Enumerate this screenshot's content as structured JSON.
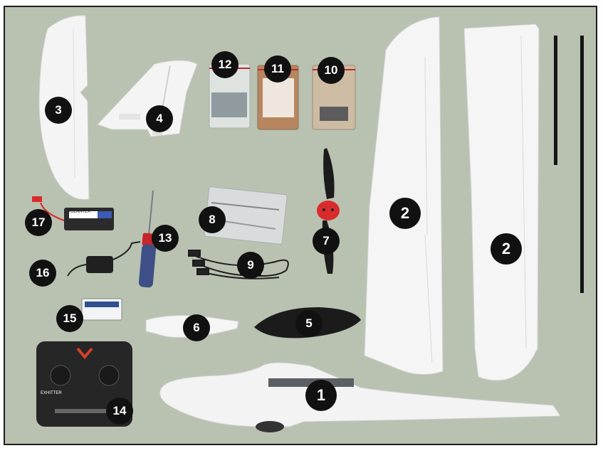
{
  "photo": {
    "description_colors": {
      "background": "#b9c1b1",
      "foam": "#f4f4f4",
      "dark": "#1a1a1a",
      "accent": "#d92b2b"
    }
  },
  "callouts": [
    "1",
    "2",
    "2",
    "3",
    "4",
    "5",
    "6",
    "7",
    "8",
    "9",
    "10",
    "11",
    "12",
    "13",
    "14",
    "15",
    "16",
    "17"
  ],
  "labels": {
    "battery_brand": "VOLANTEX",
    "transmitter_brand": "EXHITTER"
  }
}
